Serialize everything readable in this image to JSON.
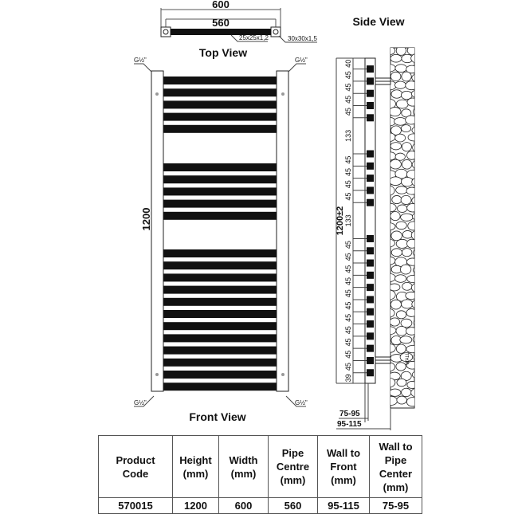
{
  "top_view": {
    "title": "Top View",
    "overall_width": "600",
    "pipe_centre": "560",
    "bar_spec": "25x25x1,2",
    "rail_spec": "30x30x1,5"
  },
  "front_view": {
    "title": "Front View",
    "height": "1200",
    "connection_labels": [
      "G½\"",
      "G½\"",
      "G½\"",
      "G½\""
    ],
    "bar_groups": [
      5,
      5,
      12
    ]
  },
  "side_view": {
    "title": "Side View",
    "height": "1200±2",
    "spacings": [
      "40",
      "45",
      "45",
      "45",
      "45",
      "133",
      "45",
      "45",
      "45",
      "45",
      "133",
      "45",
      "45",
      "45",
      "45",
      "45",
      "45",
      "45",
      "45",
      "45",
      "45",
      "45",
      "39"
    ],
    "wall_to_pipe": "75-95",
    "wall_to_front": "95-115",
    "wall_label": "WALL"
  },
  "spec_table": {
    "headers": [
      "Product  Code",
      "Height (mm)",
      "Width (mm)",
      "Pipe Centre (mm)",
      "Wall to Front (mm)",
      "Wall to Pipe Center (mm)"
    ],
    "rows": [
      [
        "570015",
        "1200",
        "600",
        "560",
        "95-115",
        "75-95"
      ]
    ]
  }
}
